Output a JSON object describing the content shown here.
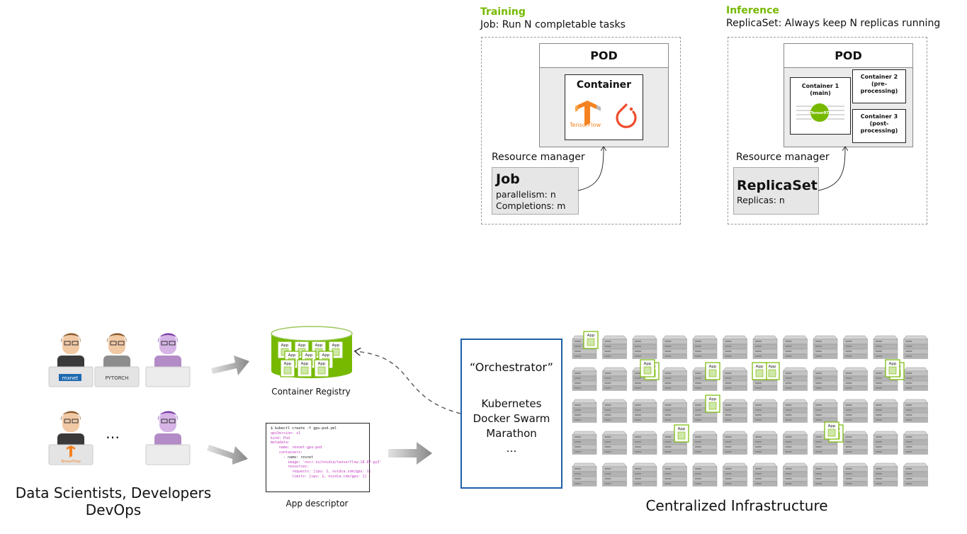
{
  "training": {
    "heading": "Training",
    "subtitle": "Job: Run N completable tasks",
    "pod_label": "POD",
    "container_label": "Container",
    "tensorflow_label": "TensorFlow",
    "resource_manager": "Resource manager",
    "job_title": "Job",
    "job_line1": "parallelism: n",
    "job_line2": "Completions: m"
  },
  "inference": {
    "heading": "Inference",
    "subtitle": "ReplicaSet: Always keep N replicas running",
    "pod_label": "POD",
    "container1": "Container 1 (main)",
    "container2": "Container 2 (pre-processing)",
    "container3": "Container 3 (post-processing)",
    "tensorrt_label": "TensorRT",
    "resource_manager": "Resource manager",
    "replicaset_title": "ReplicaSet",
    "replicaset_line1": "Replicas: n"
  },
  "users": {
    "caption_line1": "Data Scientists, Developers",
    "caption_line2": "DevOps",
    "ellipsis": "…",
    "laptop_logos": [
      "mxnet",
      "PYTORCH",
      "TensorFlow"
    ]
  },
  "registry": {
    "caption": "Container Registry",
    "app_label": "App"
  },
  "descriptor": {
    "caption": "App descriptor",
    "code_lines": [
      "$ kubectl create -f gpu-pod.yml",
      "",
      "apiVersion: v1",
      "kind: Pod",
      "metadata:",
      "    name: resnet-gpu-pod",
      "",
      "    containers:",
      "      - name: resnet",
      "        image: 'nvcr.io/nvidia/tensorflow:18.07-py3'",
      "        resources:",
      "          requests: [cpu: 1, nvidia.com/gpu: 1]",
      "          limits: [cpu: 1, nvidia.com/gpu: 1]"
    ]
  },
  "orchestrator": {
    "title": "“Orchestrator”",
    "items": [
      "Kubernetes",
      "Docker Swarm",
      "Marathon",
      "…"
    ]
  },
  "infrastructure": {
    "caption": "Centralized Infrastructure",
    "app_label": "App"
  },
  "colors": {
    "accent_green": "#76b900",
    "orchestrator_border": "#1f5fa8",
    "dashed_border": "#9a9a9a",
    "pytorch_orange": "#ee4c2c",
    "tensorflow_orange": "#f58220"
  }
}
